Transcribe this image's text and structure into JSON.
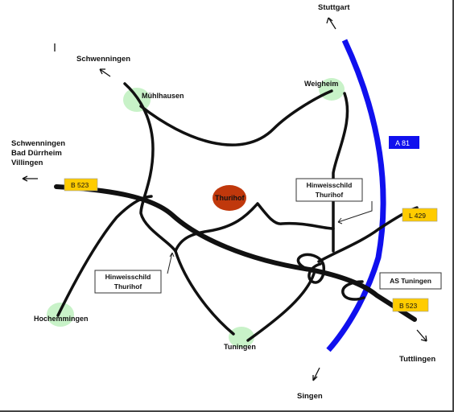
{
  "map": {
    "destinations": {
      "stuttgart": "Stuttgart",
      "schwenningen_top": "Schwenningen",
      "schwenningen_left_1": "Schwenningen",
      "schwenningen_left_2": "Bad Dürrheim",
      "schwenningen_left_3": "Villingen",
      "tuttlingen": "Tuttlingen",
      "singen": "Singen"
    },
    "places": {
      "muehlhausen": "Mühlhausen",
      "weigheim": "Weigheim",
      "thurihof": "Thurihof",
      "hochemmingen": "Hochemmingen",
      "tuningen": "Tuningen"
    },
    "signs": {
      "hinweis_right_1": "Hinweisschild",
      "hinweis_right_2": "Thurihof",
      "hinweis_left_1": "Hinweisschild",
      "hinweis_left_2": "Thurihof",
      "as_tuningen": "AS Tuningen"
    },
    "shields": {
      "b523_west": "B 523",
      "b523_east": "B 523",
      "l429": "L 429",
      "a81": "A 81"
    },
    "colors": {
      "road": "#111111",
      "autobahn": "#1010ee",
      "place_marker": "#c8f2c8",
      "target_marker": "#c0380c",
      "road_shield": "#ffcc00",
      "autobahn_shield": "#1010ee"
    }
  }
}
